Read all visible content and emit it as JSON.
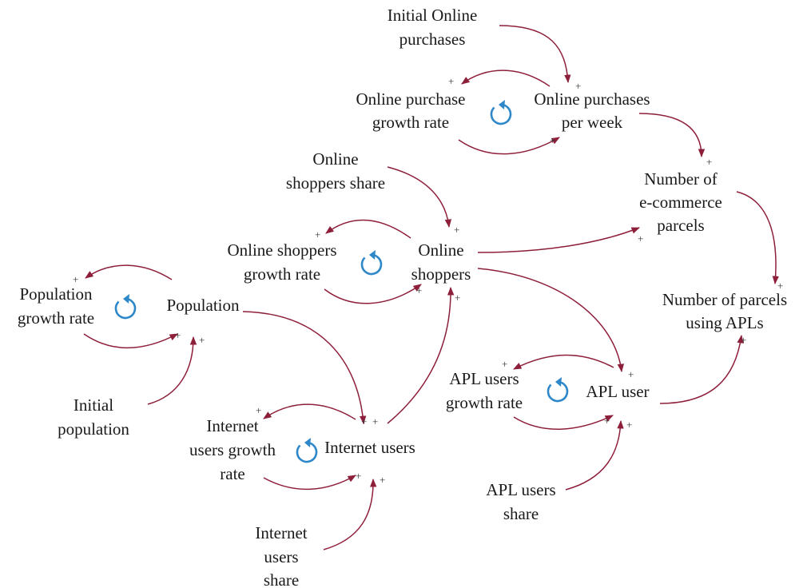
{
  "nodes": {
    "initial_online_purchases": [
      "Initial Online",
      "purchases"
    ],
    "online_purchase_growth_rate": [
      "Online purchase",
      "growth rate"
    ],
    "online_purchases_per_week": [
      "Online purchases",
      "per week"
    ],
    "online_shoppers_share": [
      "Online",
      "shoppers share"
    ],
    "number_of_ecommerce_parcels": [
      "Number of",
      "e-commerce",
      "parcels"
    ],
    "online_shoppers_growth_rate": [
      "Online shoppers",
      "growth rate"
    ],
    "online_shoppers": [
      "Online",
      "shoppers"
    ],
    "population_growth_rate": [
      "Population",
      "growth rate"
    ],
    "population": [
      "Population"
    ],
    "number_of_parcels_using_apls": [
      "Number of parcels",
      "using APLs"
    ],
    "apl_users_growth_rate": [
      "APL users",
      "growth rate"
    ],
    "apl_user": [
      "APL user"
    ],
    "initial_population": [
      "Initial",
      "population"
    ],
    "internet_users_growth_rate": [
      "Internet",
      "users growth",
      "rate"
    ],
    "internet_users": [
      "Internet users"
    ],
    "apl_users_share": [
      "APL users",
      "share"
    ],
    "internet_users_share": [
      "Internet",
      "users",
      "share"
    ]
  },
  "polarity_sign": "+",
  "colors": {
    "arrow": "#8e1f3b",
    "loop_icon": "#2e87c8",
    "text": "#1a1a1a"
  },
  "loop_icon": "counterclockwise-loop-icon"
}
